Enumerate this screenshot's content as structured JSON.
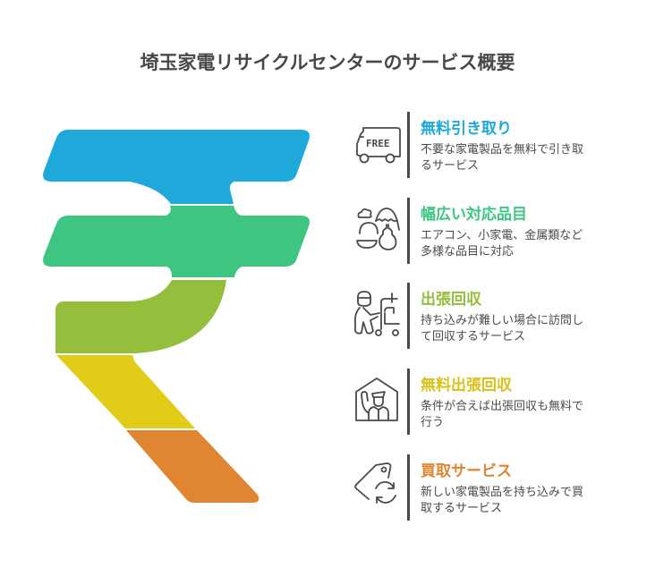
{
  "title": "埼玉家電リサイクルセンターのサービス概要",
  "colors": {
    "blue": "#1FA9DA",
    "green": "#3EC582",
    "lime": "#94BE3C",
    "yellow": "#E1CC17",
    "orange": "#E08531",
    "text": "#4a4a4a"
  },
  "items": [
    {
      "heading": "無料引き取り",
      "description": "不要な家電製品を無料で引き取るサービス",
      "icon": "free-truck-icon",
      "color": "#1FA9DA"
    },
    {
      "heading": "幅広い対応品目",
      "description": "エアコン、小家電、金属類など多様な品目に対応",
      "icon": "various-items-icon",
      "color": "#3EC582"
    },
    {
      "heading": "出張回収",
      "description": "持ち込みが難しい場合に訪問して回収するサービス",
      "icon": "worker-cart-icon",
      "color": "#94BE3C"
    },
    {
      "heading": "無料出張回収",
      "description": "条件が合えば出張回収も無料で行う",
      "icon": "house-worker-icon",
      "color": "#D8C21A"
    },
    {
      "heading": "買取サービス",
      "description": "新しい家電製品を持ち込みで買取するサービス",
      "icon": "tag-exchange-icon",
      "color": "#E08531"
    }
  ]
}
